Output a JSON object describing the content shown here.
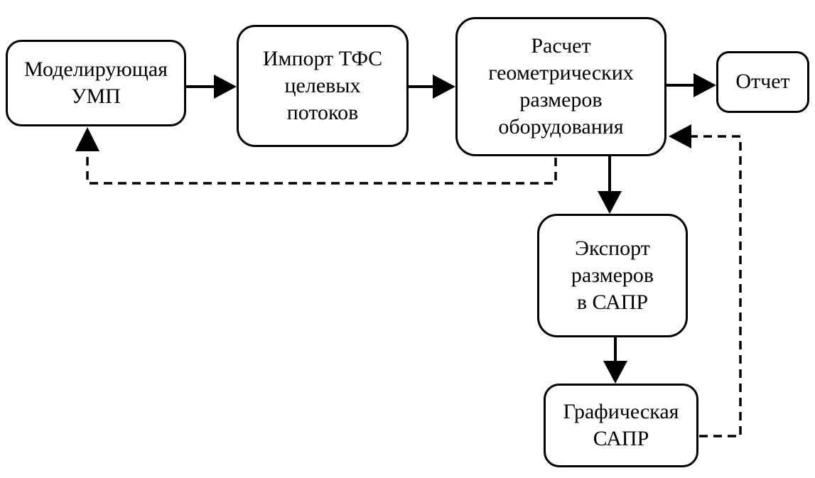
{
  "diagram": {
    "type": "flowchart",
    "colors": {
      "background": "#ffffff",
      "stroke": "#000000",
      "text": "#000000"
    },
    "nodes": {
      "modeling_ump": {
        "label": "Моделирующая\nУМП"
      },
      "import_tfs": {
        "label": "Импорт ТФС\nцелевых\nпотоков"
      },
      "calc_dimensions": {
        "label": "Расчет\nгеометрических\nразмеров\nоборудования"
      },
      "report": {
        "label": "Отчет"
      },
      "export_to_cad": {
        "label": "Экспорт\nразмеров\nв САПР"
      },
      "graphic_cad": {
        "label": "Графическая\nСАПР"
      }
    },
    "edges": [
      {
        "from": "modeling_ump",
        "to": "import_tfs",
        "style": "solid"
      },
      {
        "from": "import_tfs",
        "to": "calc_dimensions",
        "style": "solid"
      },
      {
        "from": "calc_dimensions",
        "to": "report",
        "style": "solid"
      },
      {
        "from": "calc_dimensions",
        "to": "export_to_cad",
        "style": "solid"
      },
      {
        "from": "export_to_cad",
        "to": "graphic_cad",
        "style": "solid"
      },
      {
        "from": "calc_dimensions",
        "to": "modeling_ump",
        "style": "dashed"
      },
      {
        "from": "graphic_cad",
        "to": "calc_dimensions",
        "style": "dashed"
      }
    ]
  }
}
